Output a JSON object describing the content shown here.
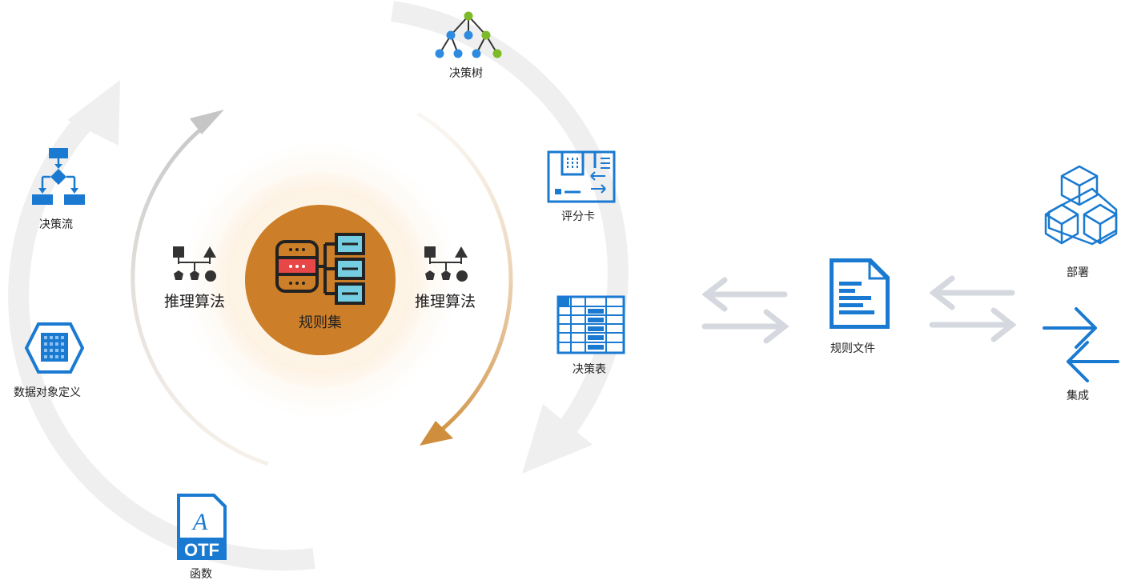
{
  "center": {
    "label": "规则集"
  },
  "algorithms": [
    {
      "label": "推理算法"
    },
    {
      "label": "推理算法"
    }
  ],
  "outer_items": {
    "decision_tree": "决策树",
    "scorecard": "评分卡",
    "decision_table": "决策表",
    "decision_flow": "决策流",
    "data_object": "数据对象定义",
    "function": "函数"
  },
  "rule_file": {
    "label": "规则文件"
  },
  "outputs": {
    "deploy": "部署",
    "integration": "集成"
  },
  "icons": {
    "decision_tree": "tree-icon",
    "scorecard": "scorecard-icon",
    "decision_table": "table-icon",
    "decision_flow": "flowchart-icon",
    "data_object": "hexagon-grid-icon",
    "function": "otf-file-icon",
    "rule_file": "document-icon",
    "deploy": "cubes-icon",
    "integration": "integration-arrows-icon",
    "center": "database-icon",
    "algorithm": "shapes-icon"
  },
  "colors": {
    "primary_blue": "#1a7ad1",
    "orange": "#cd7e28",
    "green": "#7dba27",
    "red": "#e84747",
    "teal": "#74cde0"
  }
}
